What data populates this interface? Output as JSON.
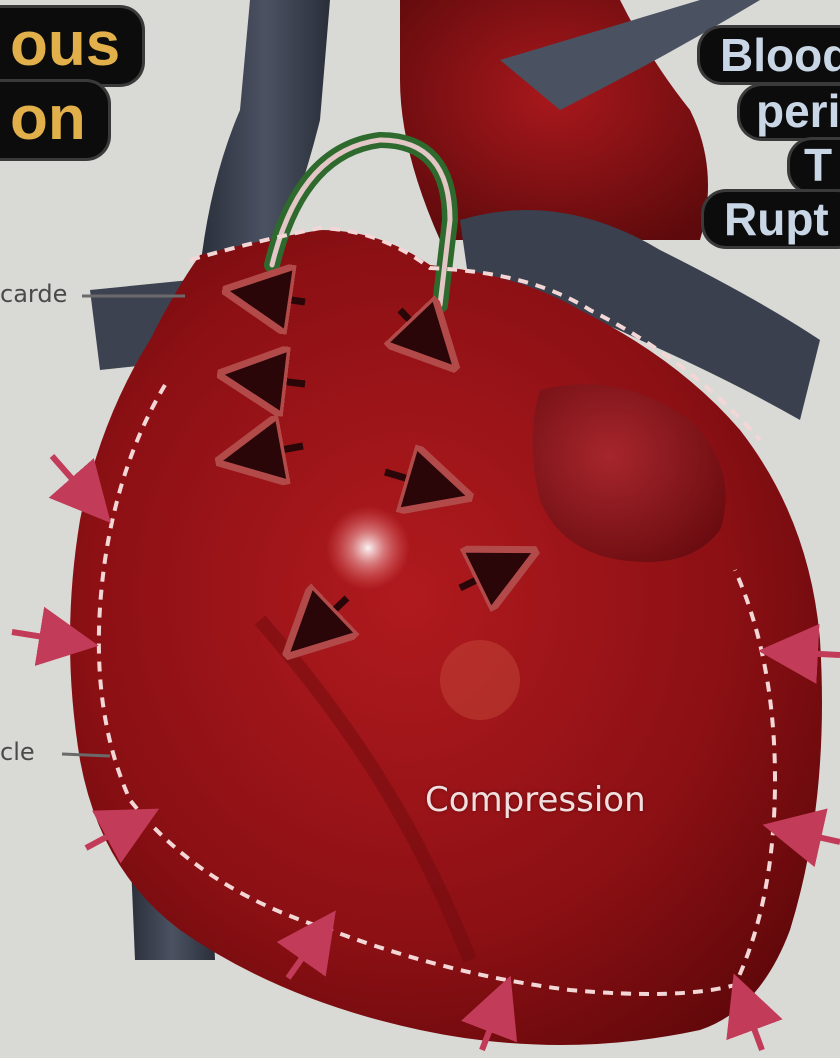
{
  "badges_left": [
    "ous",
    "on"
  ],
  "badges_right": [
    "Blood",
    "peri",
    "T",
    "Rupt"
  ],
  "side_labels": [
    "carde",
    "cle"
  ],
  "center_label": "Compression",
  "colors": {
    "background": "#d9d9d6",
    "heart": "#8c1014",
    "heart_shadow": "#5c0709",
    "vessels": "#3c4250",
    "graft": "#3b7a3a",
    "compression_arrows": "#c23b58",
    "left_badge_text": "#e1b04a",
    "right_badge_text": "#c9d6e6"
  }
}
